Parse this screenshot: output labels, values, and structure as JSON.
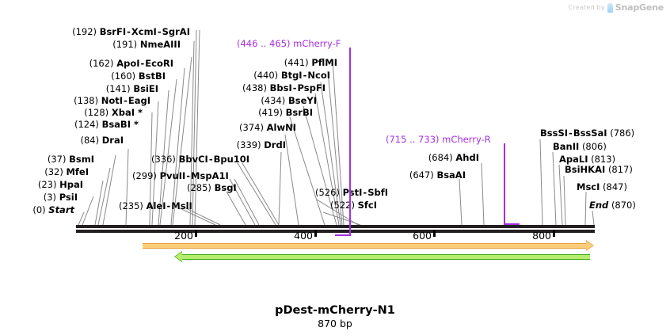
{
  "watermark": {
    "created_by": "Created by",
    "brand": "SnapGene",
    "logo_icon": "snapgene-logo-icon"
  },
  "plasmid": {
    "name": "pDest-mCherry-N1",
    "size": "870 bp",
    "length_bp": 870
  },
  "ruler": {
    "ticks": [
      {
        "label": "200",
        "bp": 200
      },
      {
        "label": "400",
        "bp": 400
      },
      {
        "label": "600",
        "bp": 600
      },
      {
        "label": "800",
        "bp": 800
      }
    ]
  },
  "termini": {
    "start": {
      "pos": "(0)",
      "label": "Start",
      "bp": 0
    },
    "end": {
      "label": "End",
      "pos": "(870)",
      "bp": 870
    }
  },
  "primers": [
    {
      "name": "mCherry-F",
      "range": "(446 .. 465)",
      "color": "#a430e0",
      "bp": 446,
      "direction": "forward"
    },
    {
      "name": "mCherry-R",
      "range": "(715 .. 733)",
      "color": "#a430e0",
      "bp": 715,
      "direction": "reverse"
    }
  ],
  "sites_left": [
    {
      "pos": "(192)",
      "names": [
        "BsrFI",
        "XcmI",
        "SgrAI"
      ],
      "bp": 192
    },
    {
      "pos": "(191)",
      "names": [
        "NmeAIII"
      ],
      "bp": 191
    },
    {
      "pos": "(162)",
      "names": [
        "ApoI",
        "EcoRI"
      ],
      "bp": 162
    },
    {
      "pos": "(160)",
      "names": [
        "BstBI"
      ],
      "bp": 160
    },
    {
      "pos": "(141)",
      "names": [
        "BsiEI"
      ],
      "bp": 141
    },
    {
      "pos": "(138)",
      "names": [
        "NotI",
        "EagI"
      ],
      "bp": 138
    },
    {
      "pos": "(128)",
      "names": [
        "XbaI *"
      ],
      "bp": 128
    },
    {
      "pos": "(124)",
      "names": [
        "BsaBI *"
      ],
      "bp": 124
    },
    {
      "pos": "(84)",
      "names": [
        "DraI"
      ],
      "bp": 84
    },
    {
      "pos": "(37)",
      "names": [
        "BsmI"
      ],
      "bp": 37
    },
    {
      "pos": "(32)",
      "names": [
        "MfeI"
      ],
      "bp": 32
    },
    {
      "pos": "(23)",
      "names": [
        "HpaI"
      ],
      "bp": 23
    },
    {
      "pos": "(3)",
      "names": [
        "PsiI"
      ],
      "bp": 3
    }
  ],
  "sites_mid_left": [
    {
      "pos": "(336)",
      "names": [
        "BbvCI",
        "Bpu10I"
      ],
      "bp": 336
    },
    {
      "pos": "(299)",
      "names": [
        "PvuII",
        "MspA1I"
      ],
      "bp": 299
    },
    {
      "pos": "(285)",
      "names": [
        "BsgI"
      ],
      "bp": 285
    },
    {
      "pos": "(235)",
      "names": [
        "AleI",
        "MslI"
      ],
      "bp": 235
    }
  ],
  "sites_mid_right": [
    {
      "pos": "(441)",
      "names": [
        "PflMI"
      ],
      "bp": 441
    },
    {
      "pos": "(440)",
      "names": [
        "BtgI",
        "NcoI"
      ],
      "bp": 440
    },
    {
      "pos": "(438)",
      "names": [
        "BbsI",
        "PspFI"
      ],
      "bp": 438
    },
    {
      "pos": "(434)",
      "names": [
        "BseYI"
      ],
      "bp": 434
    },
    {
      "pos": "(419)",
      "names": [
        "BsrBI"
      ],
      "bp": 419
    },
    {
      "pos": "(374)",
      "names": [
        "AlwNI"
      ],
      "bp": 374
    },
    {
      "pos": "(339)",
      "names": [
        "DrdI"
      ],
      "bp": 339
    },
    {
      "pos": "(526)",
      "names": [
        "PstI",
        "SbfI"
      ],
      "bp": 526
    },
    {
      "pos": "(522)",
      "names": [
        "SfcI"
      ],
      "bp": 522
    }
  ],
  "sites_right": [
    {
      "pos": "(684)",
      "names": [
        "AhdI"
      ],
      "bp": 684
    },
    {
      "pos": "(647)",
      "names": [
        "BsaAI"
      ],
      "bp": 647
    }
  ],
  "sites_far_right": [
    {
      "names": [
        "BssSI",
        "BssSaI"
      ],
      "pos": "(786)",
      "bp": 786
    },
    {
      "names": [
        "BanII"
      ],
      "pos": "(806)",
      "bp": 806
    },
    {
      "names": [
        "ApaLI"
      ],
      "pos": "(813)",
      "bp": 813
    },
    {
      "names": [
        "BsiHKAI"
      ],
      "pos": "(817)",
      "bp": 817
    },
    {
      "names": [
        "MscI"
      ],
      "pos": "(847)",
      "bp": 847
    }
  ],
  "features": [
    {
      "name": "orange-feature-arrow",
      "color": "#fcce7c",
      "stroke": "#e8a33d",
      "direction": "forward"
    },
    {
      "name": "green-feature-arrow",
      "color": "#b6ec6e",
      "stroke": "#3faa17",
      "direction": "reverse"
    }
  ],
  "separator": "-"
}
